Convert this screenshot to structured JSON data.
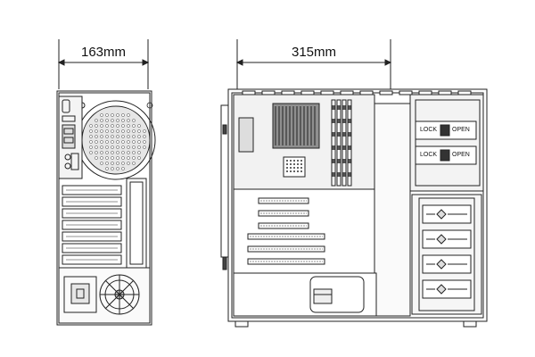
{
  "dimensions": {
    "width_label": "163mm",
    "depth_label": "315mm"
  },
  "drive_bay_latches": [
    {
      "lock_label": "LOCK",
      "open_label": "OPEN"
    },
    {
      "lock_label": "LOCK",
      "open_label": "OPEN"
    }
  ],
  "colors": {
    "line": "#222222",
    "panel_fill": "#e9e9e9",
    "heatsink_fill": "#8f8f8f"
  }
}
